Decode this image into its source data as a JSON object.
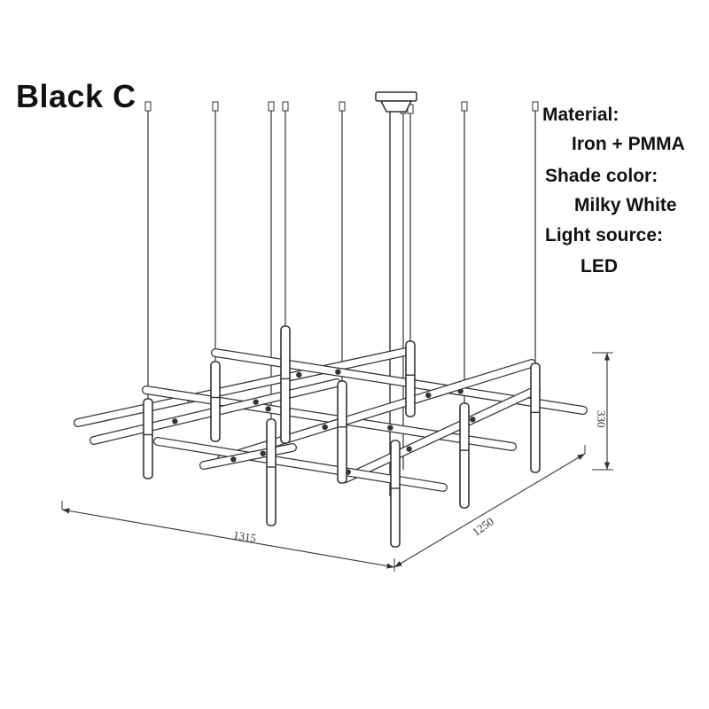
{
  "title": "Black C",
  "specs": {
    "material_label": "Material:",
    "material_value": "Iron + PMMA",
    "shade_label": "Shade color:",
    "shade_value": "Milky White",
    "light_label": "Light source:",
    "light_value": "LED"
  },
  "dimensions": {
    "width": "1315",
    "depth": "1250",
    "height": "330"
  },
  "colors": {
    "line": "#333333",
    "text": "#111111",
    "background": "#ffffff"
  }
}
